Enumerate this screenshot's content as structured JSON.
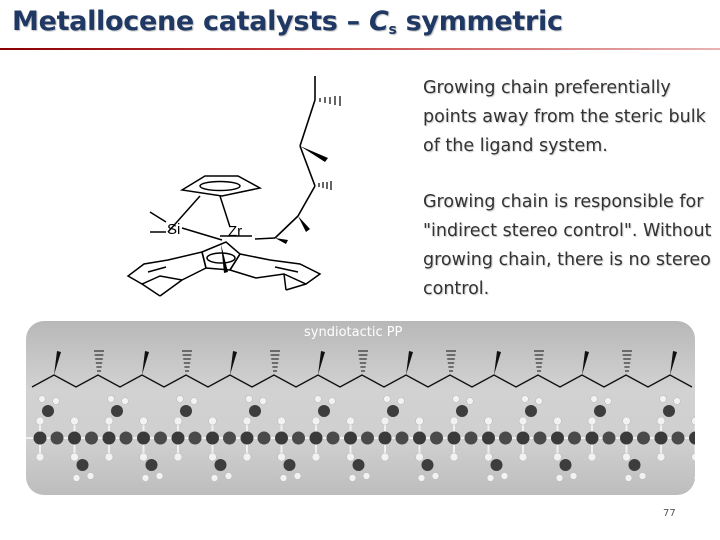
{
  "title": {
    "prefix": "Metallocene catalysts – ",
    "symbol": "C",
    "subscript": "s",
    "suffix": " symmetric"
  },
  "paragraphs": [
    "Growing chain preferentially points away from the steric bulk of the ligand system.",
    "Growing chain is responsible for \"indirect stereo control\". Without growing chain, there is no stereo control."
  ],
  "molecule": {
    "atom_si": "Si",
    "atom_zr": "Zr"
  },
  "polymer_panel": {
    "label": "syndiotactic PP"
  },
  "page_number": "77",
  "colors": {
    "title": "#1f3864",
    "accent_rule": "#8a0000"
  }
}
